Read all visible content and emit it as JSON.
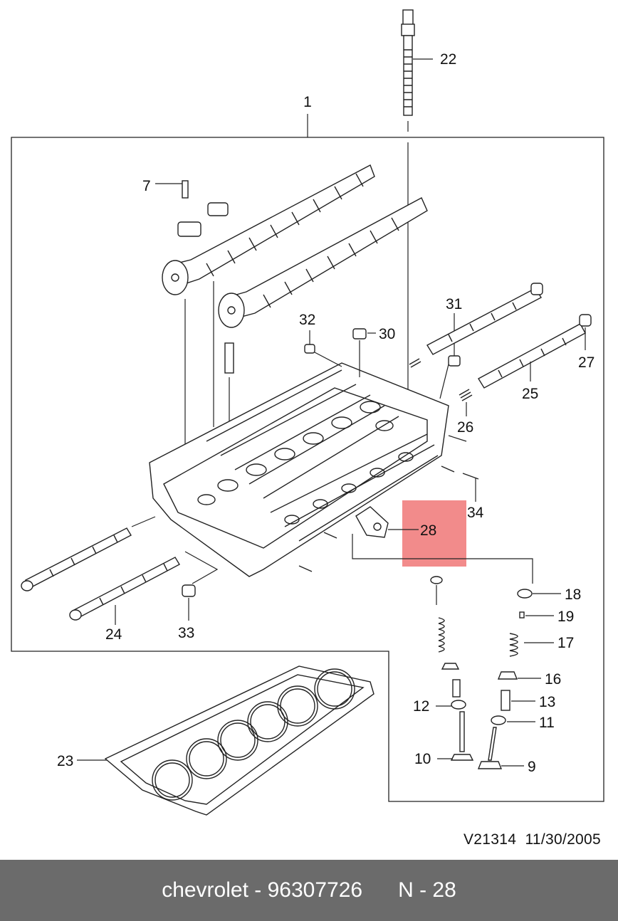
{
  "colors": {
    "highlight": "#f28b8b",
    "bar_background": "#6b6b6b",
    "bar_text": "#ffffff",
    "line": "#222222"
  },
  "callouts": {
    "c1": "1",
    "c7": "7",
    "c22": "22",
    "c32": "32",
    "c30": "30",
    "c31": "31",
    "c27": "27",
    "c25": "25",
    "c26": "26",
    "c34": "34",
    "c28": "28",
    "c24": "24",
    "c33": "33",
    "c18": "18",
    "c19": "19",
    "c17": "17",
    "c16": "16",
    "c13": "13",
    "c12": "12",
    "c11": "11",
    "c10": "10",
    "c9": "9",
    "c23": "23"
  },
  "footer": {
    "drawing_code": "V21314",
    "date": "11/30/2005"
  },
  "bottom_bar": {
    "brand": "chevrolet",
    "part_number": "96307726",
    "position": "N - 28"
  }
}
